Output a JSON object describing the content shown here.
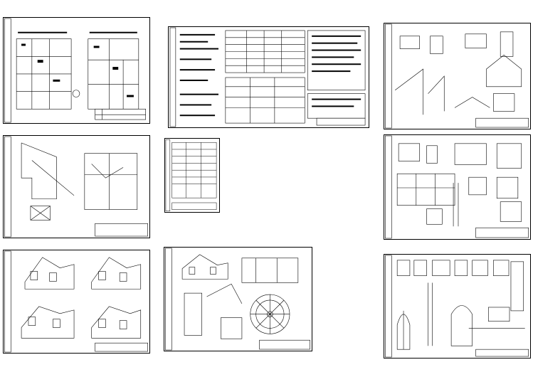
{
  "sheets": [
    {
      "id": "sheet-1",
      "caption": ""
    },
    {
      "id": "sheet-2",
      "caption": ""
    },
    {
      "id": "sheet-3",
      "caption": ""
    },
    {
      "id": "sheet-4",
      "caption": ""
    },
    {
      "id": "sheet-5",
      "caption": ""
    },
    {
      "id": "sheet-6",
      "caption": ""
    },
    {
      "id": "sheet-7",
      "caption": ""
    },
    {
      "id": "sheet-8",
      "caption": ""
    },
    {
      "id": "sheet-9",
      "caption": ""
    },
    {
      "id": "sheet-10",
      "caption": ""
    }
  ],
  "colors": {
    "ink": "#000000",
    "paper": "#ffffff"
  }
}
